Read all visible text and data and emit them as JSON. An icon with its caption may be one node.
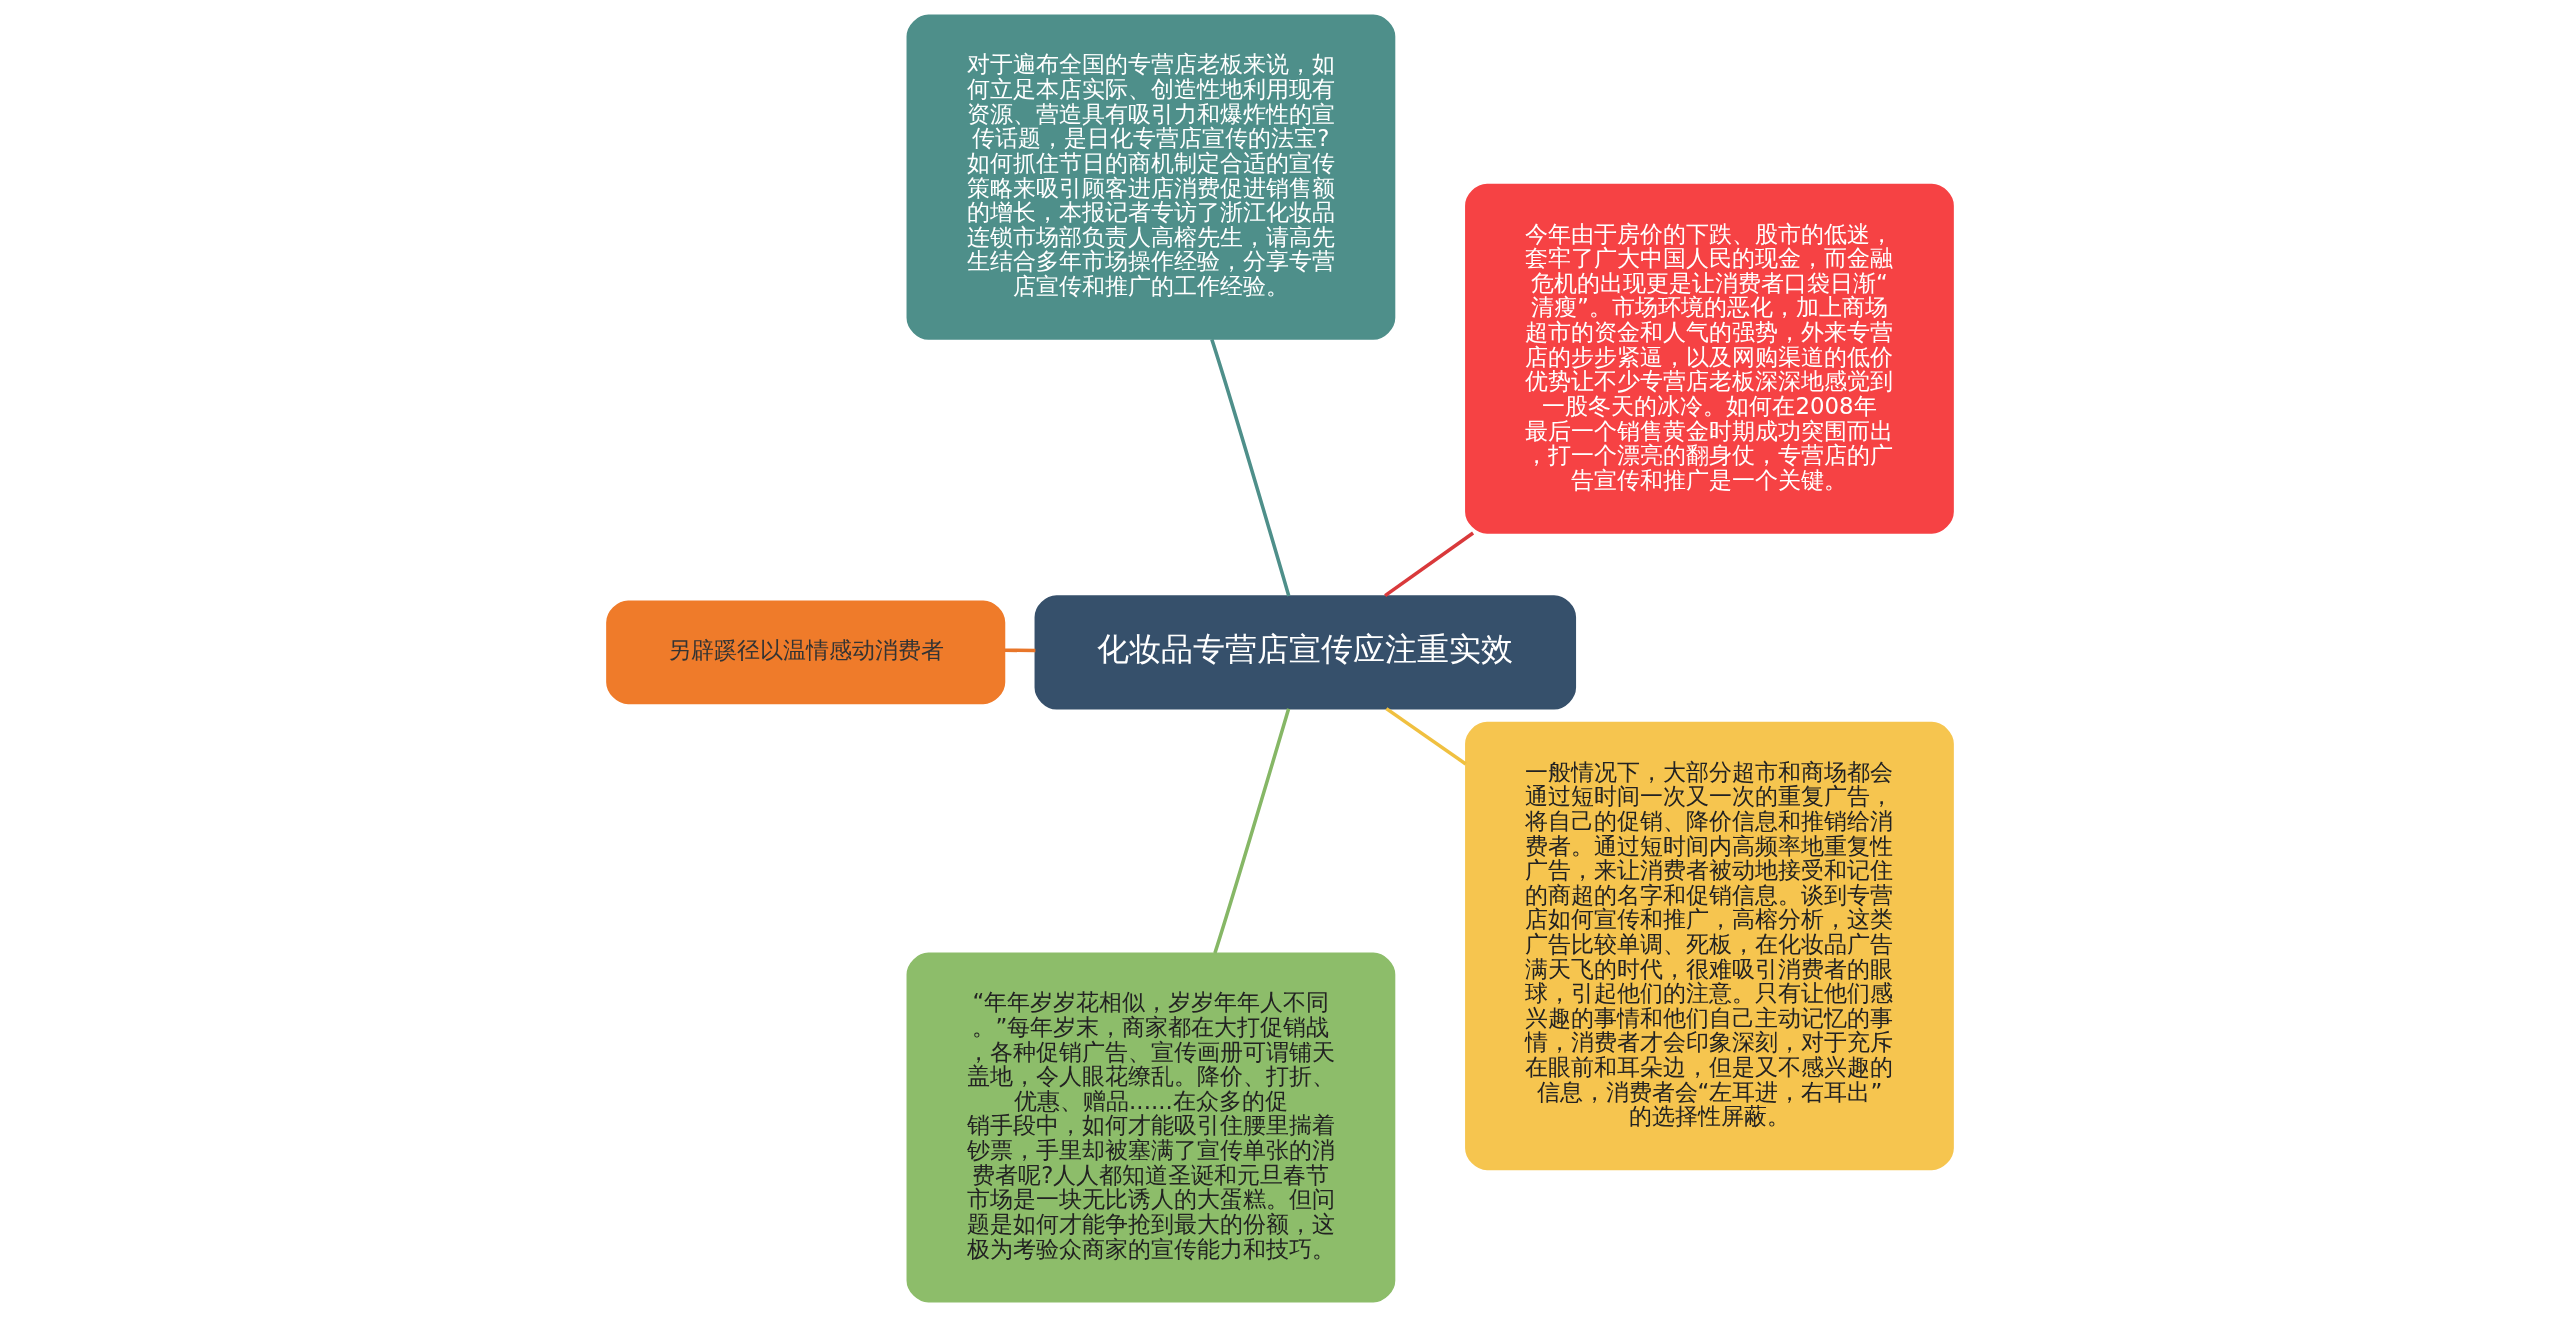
{
  "diagram": {
    "nodes": [
      {
        "text": [
          "化妆品专营店宣传应注重实效"
        ]
      },
      {
        "text": [
          "今年由于房价的下跌、股市的低迷，套牢了广大中国人民的现金，而金融危机的出现更是让消费者口袋日渐“清瘦”。市场环境的恶化，加上商场超市的资金和人气的强势，外来专营店的步步紧逼，以及网购渠道的低价优势让不少专营店老板深深地感觉到一股冬天的冰冷。如何在2008年最后一个销售黄金时期成功突围而出，打一个漂亮的翻身仗，专营店的广告宣传和推广是一个关键。"
        ]
      },
      {
        "text": [
          "对于遍布全国的专营店老板来说，如何立足本店实际、创造性地利用现有资源、营造具有吸引力和爆炸性的宣传话题，是日化专营店宣传的法宝?如何抓住节日的商机制定合适的宣传策略来吸引顾客进店消费促进销售额的增长，本报记者专访了浙江化妆品连锁市场部负责人高榕先生，请高先生结合多年市场操作经验，分享专营店宣传和推广的工作经验。"
        ]
      },
      {
        "text": [
          "另辟蹊径以温情感动消费者"
        ]
      },
      {
        "text": [
          "“年年岁岁花相似，岁岁年年人不同。”每年岁末，商家都在大打促销战，各种促销广告、宣传画册可谓铺天盖地，令人眼花缭乱。降价、打折、优惠、赠品......在众多的促销手段中，如何才能吸引住腰里揣着钞票，手里却被塞满了宣传单张的消费者呢?人人都知道圣诞和元旦春节市场是一块无比诱人的大蛋糕。但问题是如何才能争抢到最大的份额，这极为考验众商家的宣传能力和技巧。"
        ]
      },
      {
        "text": [
          "一般情况下，大部分超市和商场都会通过短时间一次又一次的重复广告，将自己的促销、降价信息和推销给消费者。通过短时间内高频率地重复性广告，来让消费者被动地接受和记住的商超的名字和促销信息。谈到专营店如何宣传和推广，高榕分析，这类广告比较单调、死板，在化妆品广告满天飞的时代，很难吸引消费者的眼球，引起他们的注意。只有让他们感兴趣的事情和他们自己主动记忆的事情，消费者才会印象深刻，对于充斥在眼前和耳朵边，但是又不感兴趣的信息，消费者会“左耳进，右耳出”的选择性屏蔽。"
        ]
      }
    ],
    "edges": [
      {
        "from": 0,
        "to": 1,
        "arrow": "none",
        "color": "#d9393b"
      },
      {
        "from": 0,
        "to": 2,
        "arrow": "none",
        "color": "#4e8f8a"
      },
      {
        "from": 0,
        "to": 3,
        "arrow": "none",
        "color": "#e8762a"
      },
      {
        "from": 0,
        "to": 4,
        "arrow": "none",
        "color": "#86b766"
      },
      {
        "from": 0,
        "to": 5,
        "arrow": "none",
        "color": "#f0c040"
      }
    ]
  }
}
